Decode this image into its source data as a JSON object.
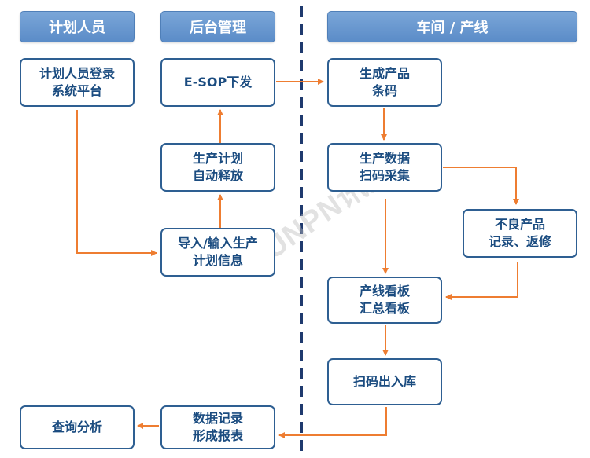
{
  "headers": {
    "planner": "计划人员",
    "backend": "后台管理",
    "workshop": "车间 / 产线"
  },
  "nodes": {
    "login_line1": "计划人员登录",
    "login_line2": "系统平台",
    "esop": "E-SOP下发",
    "plan_release_line1": "生产计划",
    "plan_release_line2": "自动释放",
    "import_plan_line1": "导入/输入生产",
    "import_plan_line2": "计划信息",
    "barcode_line1": "生成产品",
    "barcode_line2": "条码",
    "scan_collect_line1": "生产数据",
    "scan_collect_line2": "扫码采集",
    "defect_line1": "不良产品",
    "defect_line2": "记录、返修",
    "kanban_line1": "产线看板",
    "kanban_line2": "汇总看板",
    "warehouse": "扫码出入库",
    "report_line1": "数据记录",
    "report_line2": "形成报表",
    "query": "查询分析"
  },
  "watermark": "SUNPN讯鹏",
  "colors": {
    "header_bg": "#5b8cc8",
    "node_border": "#2e5f92",
    "node_text": "#1b4c80",
    "arrow": "#ee7d31",
    "divider": "#1f3a6e"
  }
}
